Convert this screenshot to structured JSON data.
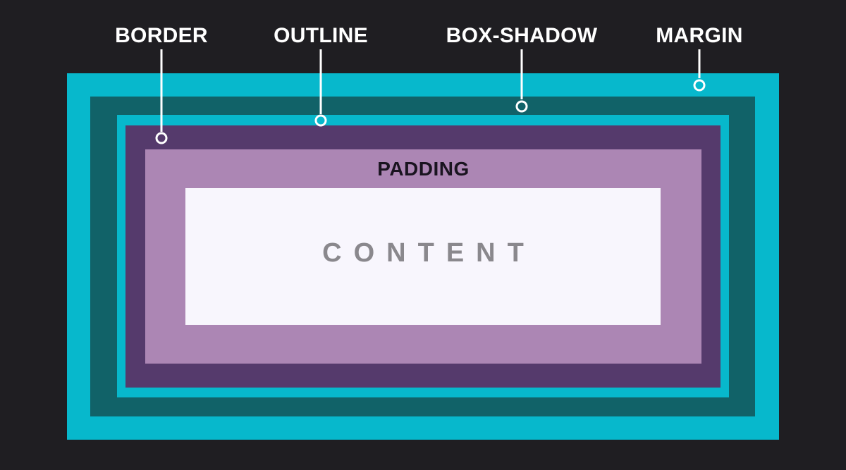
{
  "diagram": {
    "padding_label": "PADDING",
    "content_label": "CONTENT",
    "callouts": [
      {
        "id": "border",
        "label": "BORDER"
      },
      {
        "id": "outline",
        "label": "OUTLINE"
      },
      {
        "id": "box-shadow",
        "label": "BOX-SHADOW"
      },
      {
        "id": "margin",
        "label": "MARGIN"
      }
    ]
  },
  "colors": {
    "background": "#1f1e22",
    "margin": "#07b8cc",
    "box_shadow": "#116268",
    "outline": "#07b8cc",
    "border": "#553a6c",
    "padding": "#ac86b4",
    "content": "#f8f6fd",
    "label_text": "#ffffff"
  }
}
